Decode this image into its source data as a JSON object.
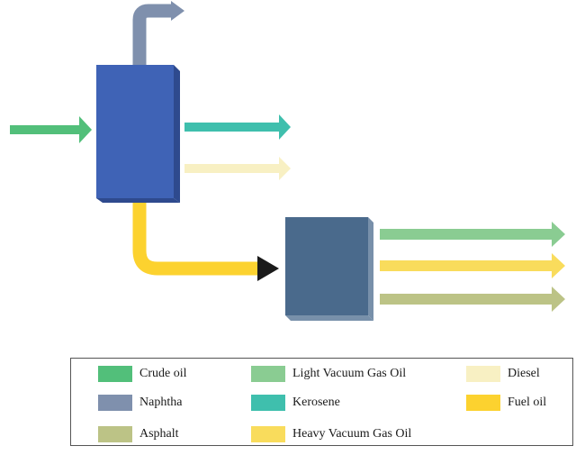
{
  "legend": {
    "items": [
      {
        "key": "crude_oil",
        "label": "Crude oil",
        "color": "#52bf7a"
      },
      {
        "key": "naphtha",
        "label": "Naphtha",
        "color": "#7f90ad"
      },
      {
        "key": "asphalt",
        "label": "Asphalt",
        "color": "#bcc386"
      },
      {
        "key": "lvgo",
        "label": "Light Vacuum Gas Oil",
        "color": "#8acc92"
      },
      {
        "key": "kerosene",
        "label": "Kerosene",
        "color": "#3fbfad"
      },
      {
        "key": "hvgo",
        "label": "Heavy Vacuum Gas Oil",
        "color": "#f9dc5c"
      },
      {
        "key": "diesel",
        "label": "Diesel",
        "color": "#f8f0c3"
      },
      {
        "key": "fuel_oil",
        "label": "Fuel oil",
        "color": "#fcd22f"
      }
    ]
  },
  "units": {
    "column1": {
      "color": "#3f63b6",
      "side_color": "#2e4a8e"
    },
    "column2": {
      "color": "#4a6a8c",
      "side_color": "#7890aa"
    }
  },
  "connector_arrowhead_color": "#1a1a1a"
}
